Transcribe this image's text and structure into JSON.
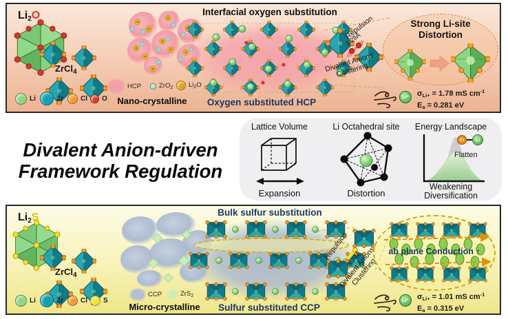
{
  "main_title": {
    "line1": "Divalent Anion-driven",
    "line2": "Framework Regulation"
  },
  "mechanism_panel": {
    "lattice": {
      "title": "Lattice Volume",
      "caption": "Expansion"
    },
    "octahedral": {
      "title": "Li Octahedral site",
      "caption": "Distortion"
    },
    "energy": {
      "title": "Energy Landscape",
      "flatten_label": "Flatten",
      "cl_label": "Cl",
      "li_label": "Li",
      "caption_line1": "Weakening",
      "caption_line2": "Diversification"
    }
  },
  "oxygen_panel": {
    "formula": {
      "base": "Li",
      "sub": "2",
      "anion": "O",
      "anion_color": "#e0352b"
    },
    "precursor_label": {
      "base": "ZrCl",
      "sub": "4"
    },
    "atom_legend": [
      {
        "label": "Li",
        "color": "#8ed584"
      },
      {
        "label": "Zr",
        "color": "#13a0af"
      },
      {
        "label": "Cl",
        "color": "#f29a2e"
      },
      {
        "label": "O",
        "color": "#e0352b"
      }
    ],
    "phase_legend": {
      "hcp": {
        "label": "HCP",
        "color": "#f3a0ab"
      },
      "zro2": {
        "base": "ZrO",
        "sub": "2",
        "color": "#a8d6d1"
      },
      "li2o": {
        "base": "Li",
        "sub": "2",
        "suffix": "O",
        "color": "#d9a51e"
      }
    },
    "crystalline_label": "Nano-crystalline",
    "substitution_title": "Interfacial oxygen substitution",
    "substituted_label": "Oxygen substituted HCP",
    "repulsion_label": "Repulsion",
    "distance_label": "3.29Å",
    "clustering_line1": "Divalent Anions'",
    "clustering_line2": "Clustering",
    "distortion_line1": "Strong Li-site",
    "distortion_line2": "Distortion",
    "ion_badge": "Li⁺",
    "conductivity": {
      "sigma_symbol": "σ",
      "sigma_sub": "Li+",
      "sigma_value": " = 1.78 mS cm",
      "sigma_exponent": "-1",
      "ea_symbol": "E",
      "ea_sub": "a",
      "ea_value": " = 0.281 eV"
    }
  },
  "sulfur_panel": {
    "formula": {
      "base": "Li",
      "sub": "2",
      "anion": "S",
      "anion_color": "#e3c01c"
    },
    "precursor_label": {
      "base": "ZrCl",
      "sub": "4"
    },
    "atom_legend": [
      {
        "label": "Li",
        "color": "#8ed584"
      },
      {
        "label": "Zr",
        "color": "#13a0af"
      },
      {
        "label": "Cl",
        "color": "#f29a2e"
      },
      {
        "label": "S",
        "color": "#f2df2e"
      }
    ],
    "phase_legend": {
      "ccp": {
        "label": "CCP",
        "color": "#b3c0d3"
      },
      "zrs2": {
        "base": "ZrS",
        "sub": "2",
        "color": "#c9ecb9"
      }
    },
    "crystalline_label": "Micro-crystalline",
    "substitution_title": "Bulk sulfur substitution",
    "substituted_label": "Sulfur substituted CCP",
    "repulsion_label": "Repulsion",
    "distance_label": "3.77Å",
    "clustering_line1": "Divalent Anions'",
    "clustering_line2": "Clustering",
    "conduction_label": "ab plane Conduction ↑",
    "ion_badge": "Li⁺",
    "conductivity": {
      "sigma_symbol": "σ",
      "sigma_sub": "Li+",
      "sigma_value": " = 1.01 mS cm",
      "sigma_exponent": "-1",
      "ea_symbol": "E",
      "ea_sub": "a",
      "ea_value": " = 0.315 eV"
    }
  }
}
